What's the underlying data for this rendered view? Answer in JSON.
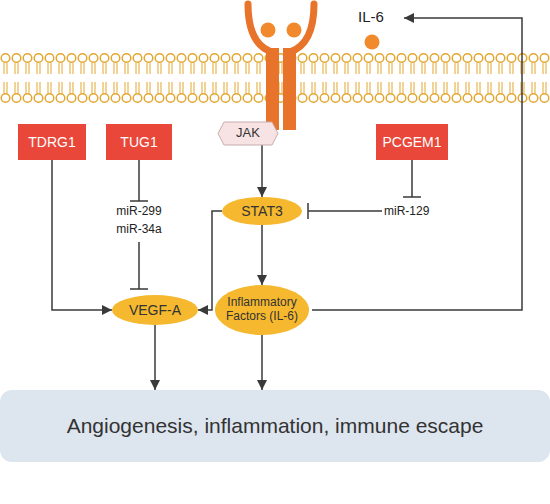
{
  "diagram": {
    "nodes": [
      {
        "text": [
          "JAK"
        ]
      },
      {
        "text": [
          "TDRG1"
        ]
      },
      {
        "text": [
          "TUG1"
        ]
      },
      {
        "text": [
          "PCGEM1"
        ]
      },
      {
        "text": [
          "STAT3"
        ]
      },
      {
        "text": [
          "VEGF-A"
        ]
      },
      {
        "text": [
          "Inflammatory Factors (IL-6)"
        ]
      },
      {
        "text": [
          "Angiogenesis, inflammation, immune escape"
        ]
      }
    ],
    "edges": [
      {
        "from": 0,
        "to": 4,
        "arrow": "to"
      },
      {
        "from": 1,
        "to": 5,
        "arrow": "to"
      },
      {
        "from": 4,
        "to": 5,
        "arrow": "to"
      },
      {
        "from": 4,
        "to": 6,
        "arrow": "to"
      },
      {
        "from": 5,
        "to": 7,
        "arrow": "to"
      },
      {
        "from": 6,
        "to": 7,
        "arrow": "to"
      }
    ],
    "labels": [
      "IL-6",
      "miR-299",
      "miR-34a",
      "miR-129"
    ]
  }
}
